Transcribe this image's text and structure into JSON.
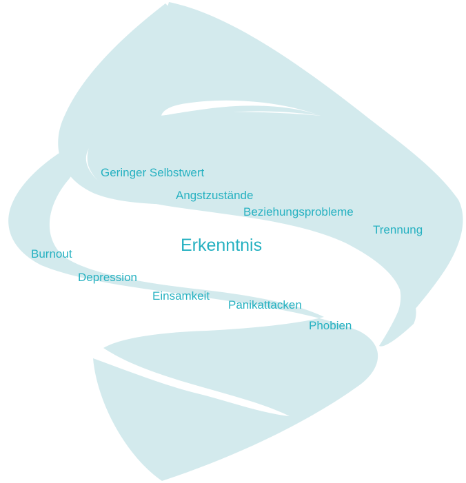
{
  "colors": {
    "shape": "#d3eaed",
    "text": "#26b1c1",
    "background": "#ffffff"
  },
  "center": "Erkenntnis",
  "upper_terms": [
    "Geringer Selbstwert",
    "Angstzustände",
    "Beziehungsprobleme",
    "Trennung"
  ],
  "lower_terms": [
    "Burnout",
    "Depression",
    "Einsamkeit",
    "Panikattacken",
    "Phobien"
  ]
}
